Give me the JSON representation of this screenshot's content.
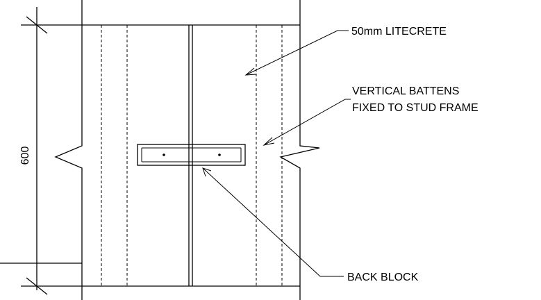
{
  "drawing": {
    "dimension_value": "600",
    "labels": {
      "litecrete": "50mm LITECRETE",
      "battens_line1": "VERTICAL BATTENS",
      "battens_line2": "FIXED TO STUD FRAME",
      "back_block": "BACK BLOCK"
    },
    "line_color": "#000000",
    "background": "#ffffff"
  }
}
